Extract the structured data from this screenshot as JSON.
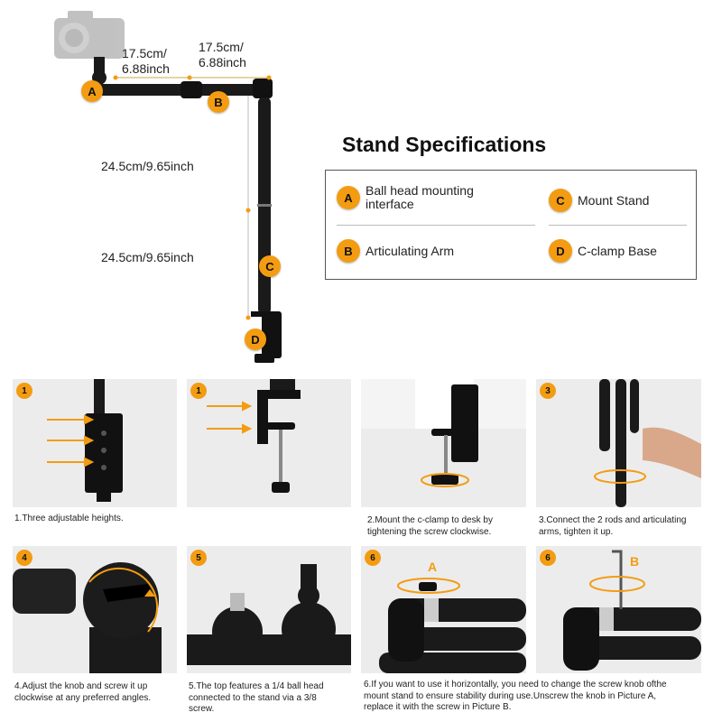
{
  "diagram": {
    "dim_top_left": [
      "17.5cm/",
      "6.88inch"
    ],
    "dim_top_right": [
      "17.5cm/",
      "6.88inch"
    ],
    "dim_upper_pole": "24.5cm/9.65inch",
    "dim_lower_pole": "24.5cm/9.65inch",
    "callouts": {
      "a": "A",
      "b": "B",
      "c": "C",
      "d": "D"
    }
  },
  "specs": {
    "title": "Stand Specifications",
    "items": [
      {
        "letter": "A",
        "label_lines": [
          "Ball head mounting",
          "interface"
        ]
      },
      {
        "letter": "C",
        "label_lines": [
          "Mount Stand"
        ]
      },
      {
        "letter": "B",
        "label_lines": [
          "Articulating Arm"
        ]
      },
      {
        "letter": "D",
        "label_lines": [
          "C-clamp Base"
        ]
      }
    ]
  },
  "steps": [
    {
      "num": "1",
      "caption": [
        "1.Three adjustable heights."
      ]
    },
    {
      "num": "1",
      "caption": []
    },
    {
      "num": "2",
      "caption": [
        "2.Mount the c-clamp to desk by",
        "tightening the screw clockwise."
      ]
    },
    {
      "num": "3",
      "caption": [
        "3.Connect the 2 rods and articulating",
        "arms, tighten it up."
      ]
    },
    {
      "num": "4",
      "caption": [
        "4.Adjust the knob and screw it up",
        "clockwise at any preferred angles."
      ]
    },
    {
      "num": "5",
      "caption": [
        "5.The top features a 1/4 ball head",
        "connected to the stand via a 3/8",
        "screw."
      ]
    },
    {
      "num": "6",
      "overlay": "A"
    },
    {
      "num": "6",
      "overlay": "B"
    }
  ],
  "wide_caption": [
    "6.If you want to use it horizontally, you need to change the screw knob ofthe",
    "mount stand to ensure stability during use.Unscrew the knob in Picture A,",
    "replace it with the screw in Picture B."
  ],
  "colors": {
    "accent": "#f39c12",
    "metal": "#1a1a1a",
    "panel": "#ececec"
  }
}
